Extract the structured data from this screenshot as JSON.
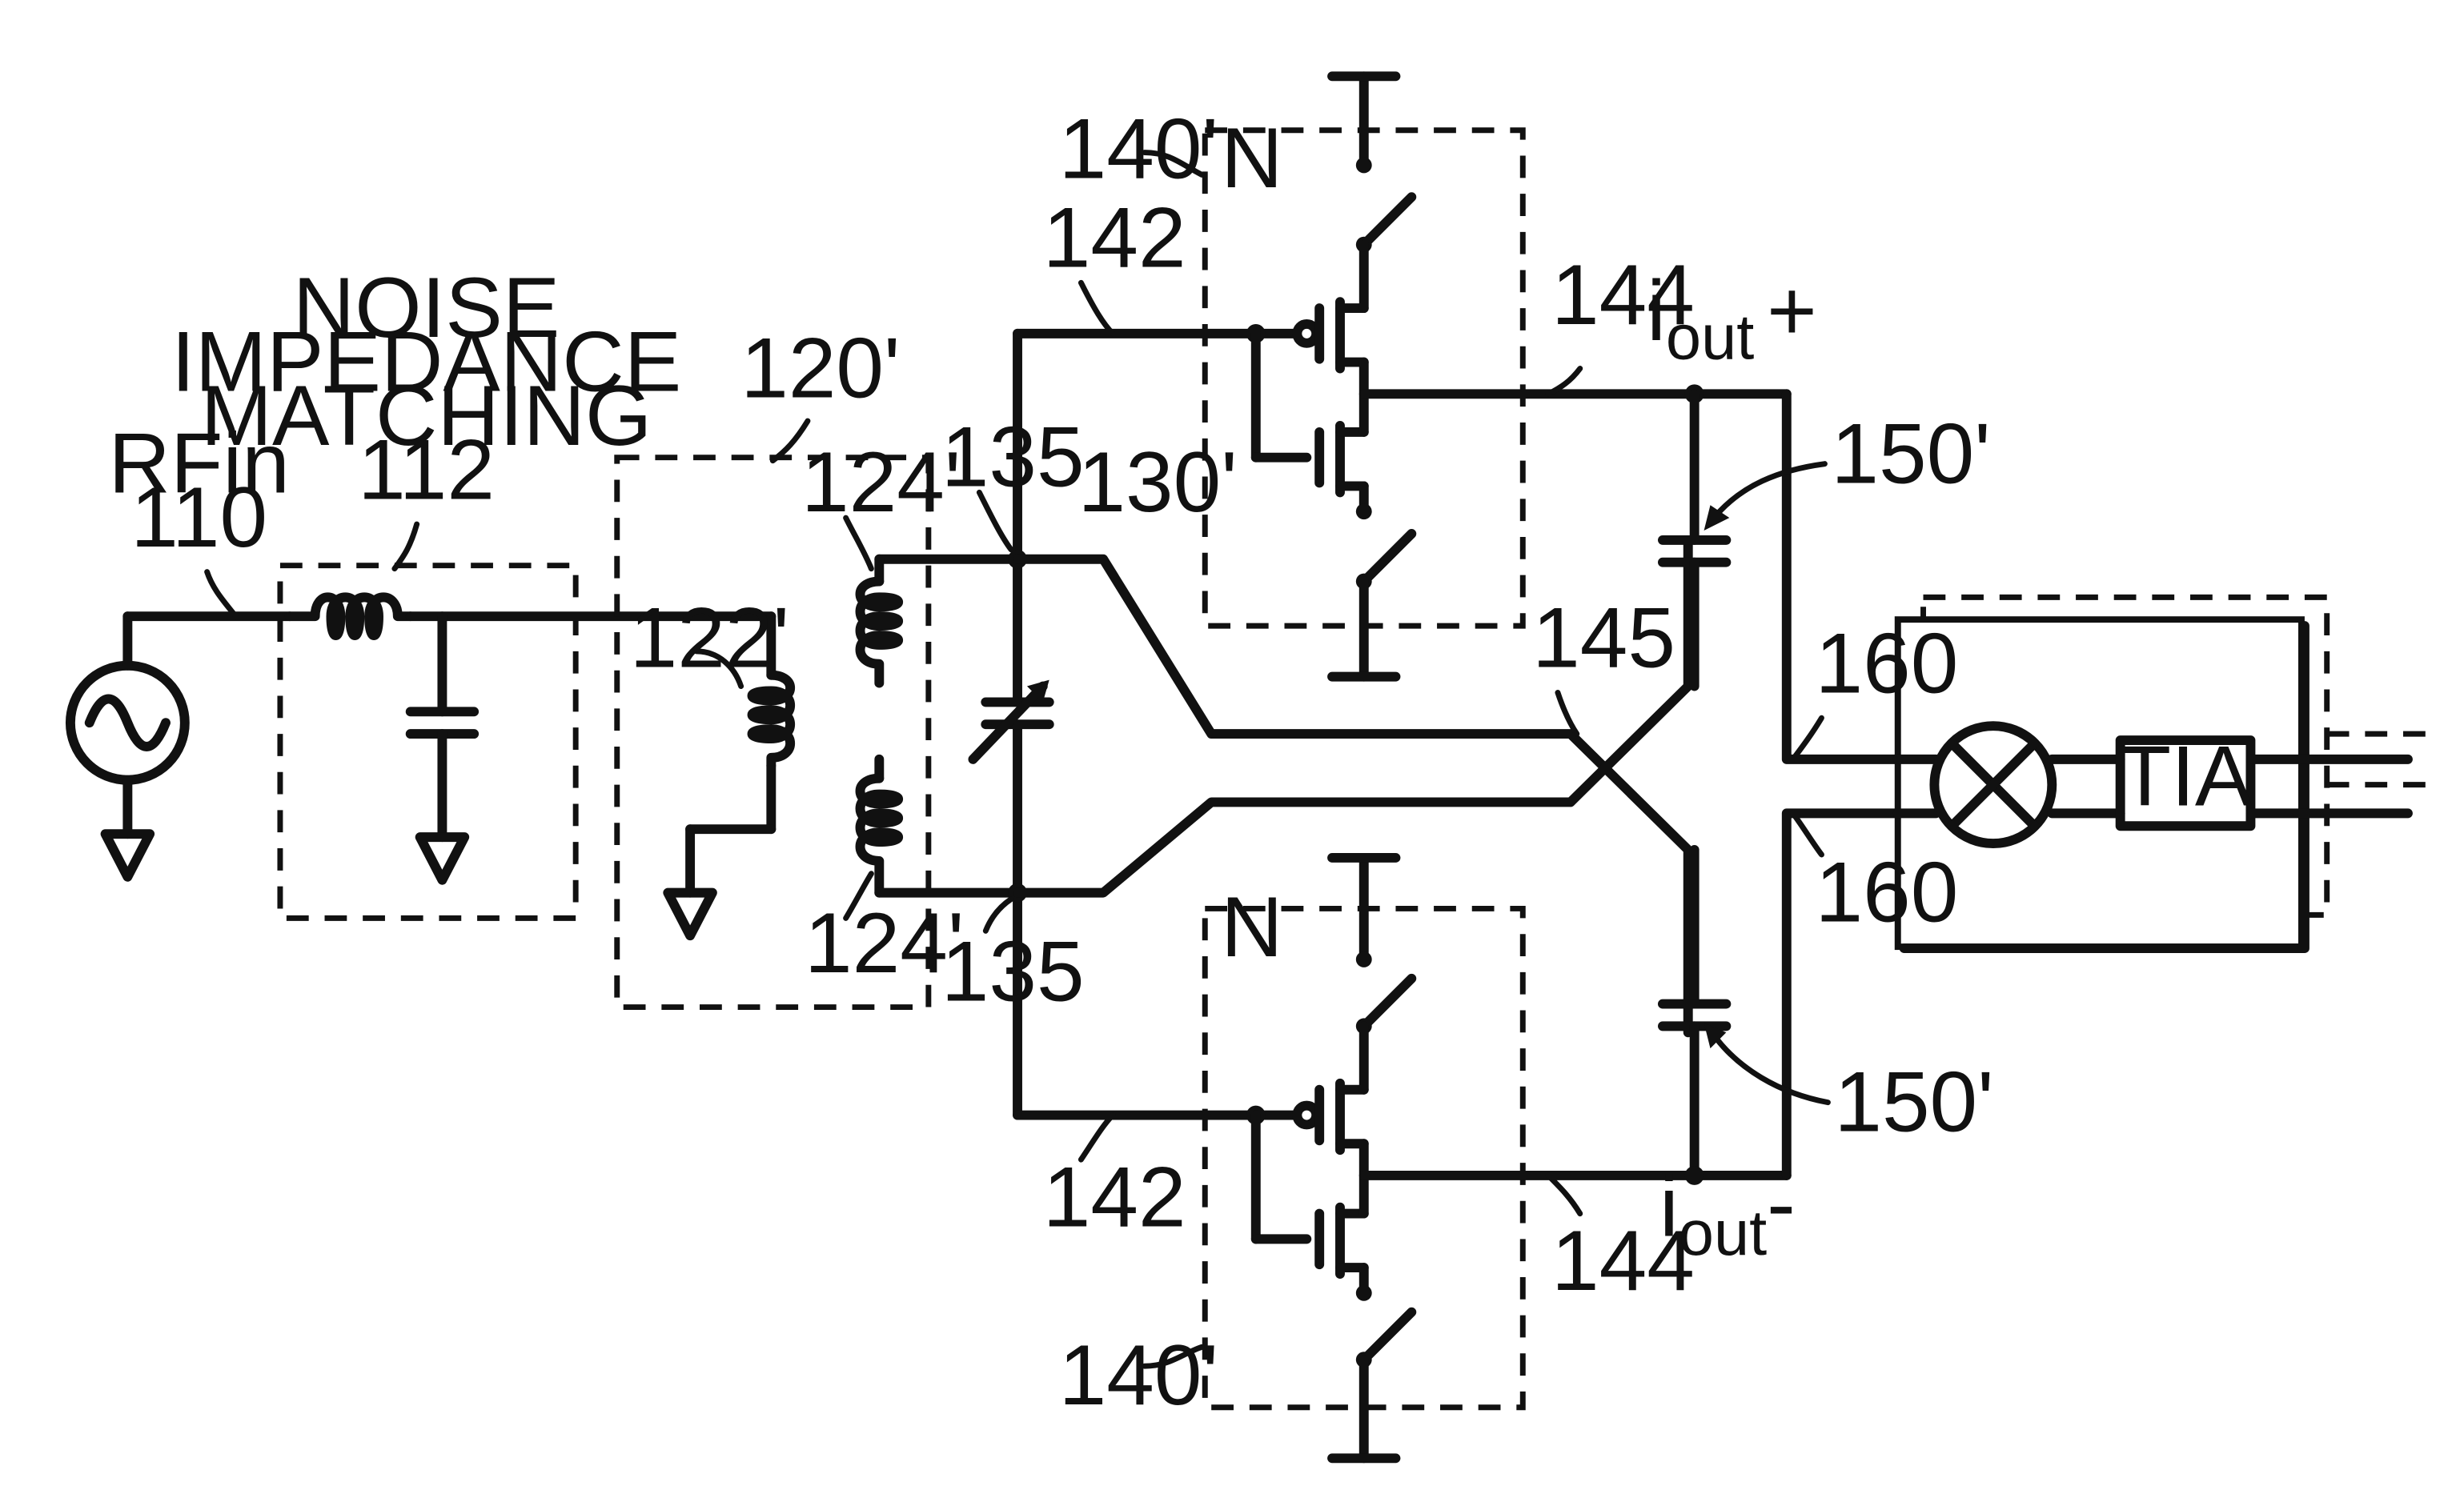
{
  "labels": {
    "rfin": "RFin",
    "rfin_ref": "110",
    "nim_line1": "NOISE",
    "nim_line2": "IMPEDANCE",
    "nim_line3": "MATCHING",
    "nim_ref": "112",
    "transformer_ref": "120'",
    "primary_ref": "122'",
    "secondary_top_ref": "124'",
    "secondary_bottom_ref": "124'",
    "node_top_ref": "135",
    "node_bottom_ref": "135",
    "varcap_ref": "130'",
    "block_top_ref": "140'",
    "block_top_n": "N",
    "block_bottom_ref": "140'",
    "block_bottom_n": "N",
    "gate_top_ref": "142",
    "gate_bottom_ref": "142",
    "out_top_ref": "144",
    "out_bottom_ref": "144",
    "cross_ref": "145",
    "cap_top_ref": "150'",
    "cap_bottom_ref": "150'",
    "in_top_ref": "160",
    "in_bottom_ref": "160",
    "iout_plus_main": "i",
    "iout_plus_sub": "out",
    "iout_plus_sign": "+",
    "iout_minus_main": "i",
    "iout_minus_sub": "out",
    "iout_minus_sign": "-",
    "tia": "TIA"
  }
}
